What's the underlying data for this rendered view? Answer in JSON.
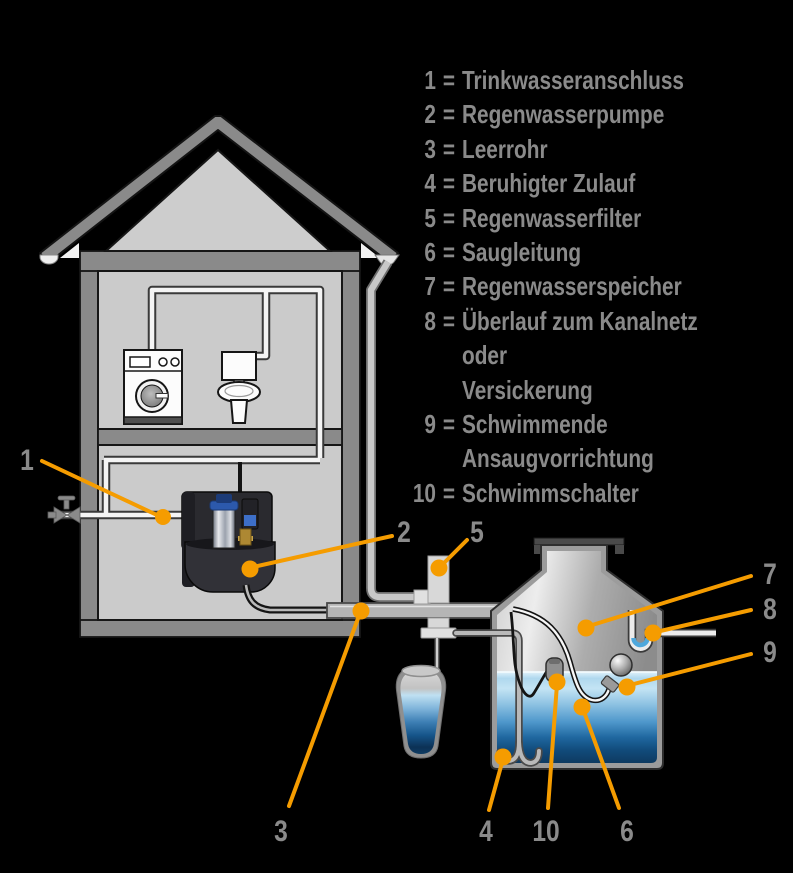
{
  "legend": {
    "items": [
      {
        "num": "1",
        "eq": "=",
        "label": "Trinkwasseranschluss"
      },
      {
        "num": "2",
        "eq": "=",
        "label": "Regenwasserpumpe"
      },
      {
        "num": "3",
        "eq": "=",
        "label": "Leerrohr"
      },
      {
        "num": "4",
        "eq": "=",
        "label": "Beruhigter Zulauf"
      },
      {
        "num": "5",
        "eq": "=",
        "label": "Regenwasserfilter"
      },
      {
        "num": "6",
        "eq": "=",
        "label": "Saugleitung"
      },
      {
        "num": "7",
        "eq": "=",
        "label": "Regenwasserspeicher"
      },
      {
        "num": "8",
        "eq": "=",
        "label": "Überlauf zum Kanalnetz oder\nVersickerung"
      },
      {
        "num": "9",
        "eq": "=",
        "label": "Schwimmende Ansaugvorrichtung"
      },
      {
        "num": "10",
        "eq": "=",
        "label": "Schwimmschalter"
      }
    ]
  },
  "callouts": {
    "n1": "1",
    "n2": "2",
    "n3": "3",
    "n4": "4",
    "n5": "5",
    "n6": "6",
    "n7": "7",
    "n8": "8",
    "n9": "9",
    "n10": "10"
  },
  "colors": {
    "background": "#000000",
    "accent_orange": "#F59C00",
    "label_gray": "#8A8A8A",
    "house_wall_gray": "#8A8A8A",
    "room_interior_gray": "#CBCBCB",
    "tank_wall_gray": "#9C9C9C",
    "water_surface_blue": "#C4E4F4",
    "water_deep_blue": "#0E3A60"
  }
}
